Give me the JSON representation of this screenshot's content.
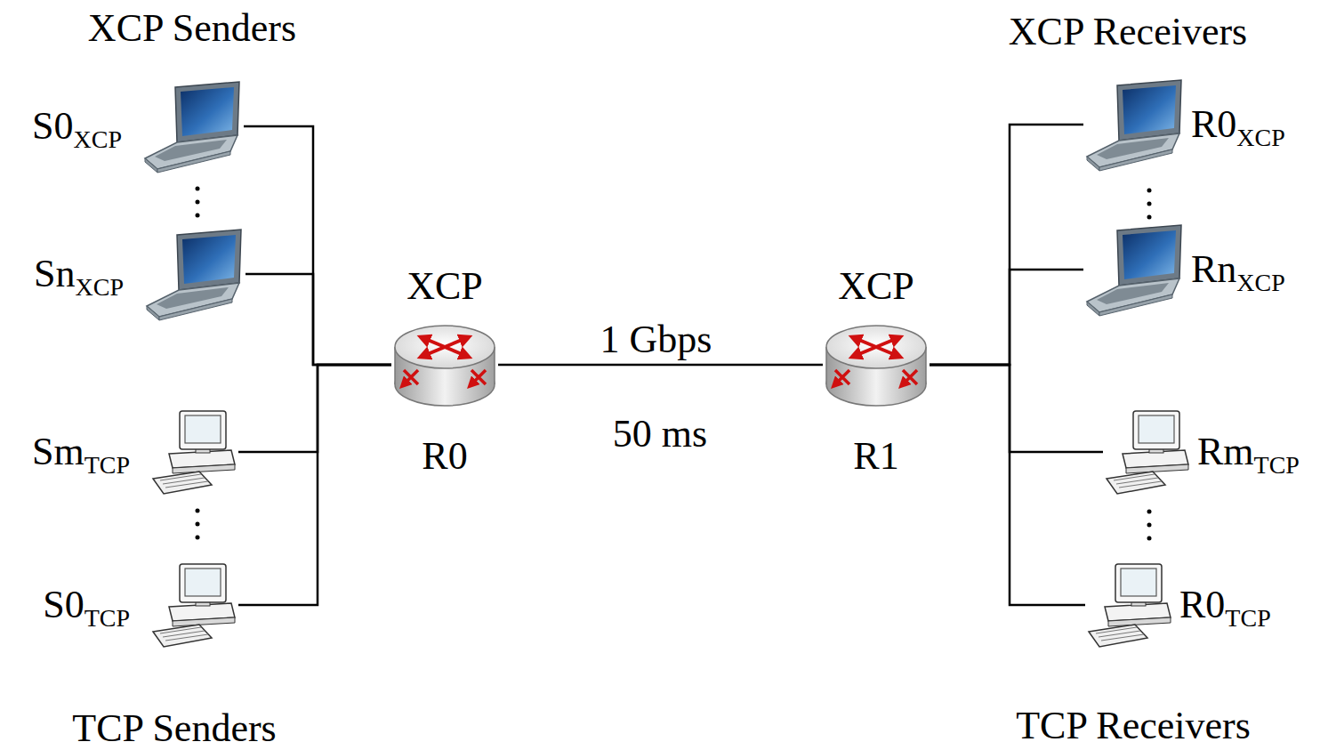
{
  "diagram": {
    "nodes": [
      {
        "text": [
          "S0",
          "XCP"
        ]
      },
      {
        "text": [
          "Sn",
          "XCP"
        ]
      },
      {
        "text": [
          "Sm",
          "TCP"
        ]
      },
      {
        "text": [
          "S0",
          "TCP"
        ]
      },
      {
        "text": [
          "XCP",
          "R0"
        ]
      },
      {
        "text": [
          "XCP",
          "R1"
        ]
      },
      {
        "text": [
          "R0",
          "XCP"
        ]
      },
      {
        "text": [
          "Rn",
          "XCP"
        ]
      },
      {
        "text": [
          "Rm",
          "TCP"
        ]
      },
      {
        "text": [
          "R0",
          "TCP"
        ]
      }
    ],
    "edges": [
      {
        "from": 0,
        "to": 4,
        "arrow": "none"
      },
      {
        "from": 1,
        "to": 4,
        "arrow": "none"
      },
      {
        "from": 2,
        "to": 4,
        "arrow": "none"
      },
      {
        "from": 3,
        "to": 4,
        "arrow": "none"
      },
      {
        "from": 4,
        "to": 5,
        "label": "1 Gbps",
        "arrow": "none"
      },
      {
        "from": 5,
        "to": 6,
        "arrow": "none"
      },
      {
        "from": 5,
        "to": 7,
        "arrow": "none"
      },
      {
        "from": 5,
        "to": 8,
        "arrow": "none"
      },
      {
        "from": 5,
        "to": 9,
        "arrow": "none"
      }
    ],
    "labels": [
      "XCP Senders",
      "TCP Senders",
      "XCP Receivers",
      "TCP Receivers",
      "50 ms"
    ]
  }
}
